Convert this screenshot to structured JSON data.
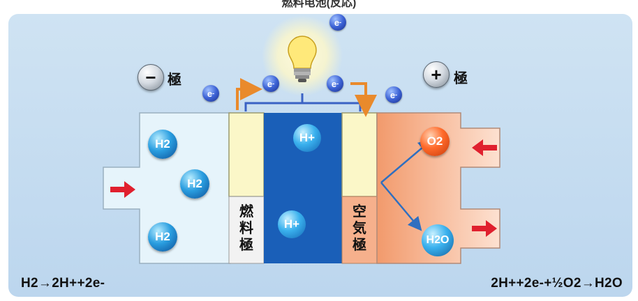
{
  "top_caption": "燃料电池(反応)",
  "anode": {
    "sign": "−",
    "label": "極"
  },
  "cathode": {
    "sign": "+",
    "label": "極"
  },
  "electron": "e",
  "h2": "H2",
  "h_plus": "H+",
  "o2": "O2",
  "h2o": "H2O",
  "fuel_electrode_label": "燃料極",
  "air_electrode_label": "空気極",
  "left_equation": "H2→2H++2e-",
  "right_equation": "2H++2e-+½O2→H2O",
  "colors": {
    "hydrogen_chamber": "#e6f4fb",
    "electrolyte": "#1a5fb8",
    "air_chamber": "#f5a57a",
    "electrode": "#fbf7c8",
    "arrow_red": "#e0202e",
    "arrow_orange": "#e98a2c"
  },
  "icons": [
    "light-bulb-icon",
    "arrow-right-icon",
    "arrow-left-icon"
  ]
}
